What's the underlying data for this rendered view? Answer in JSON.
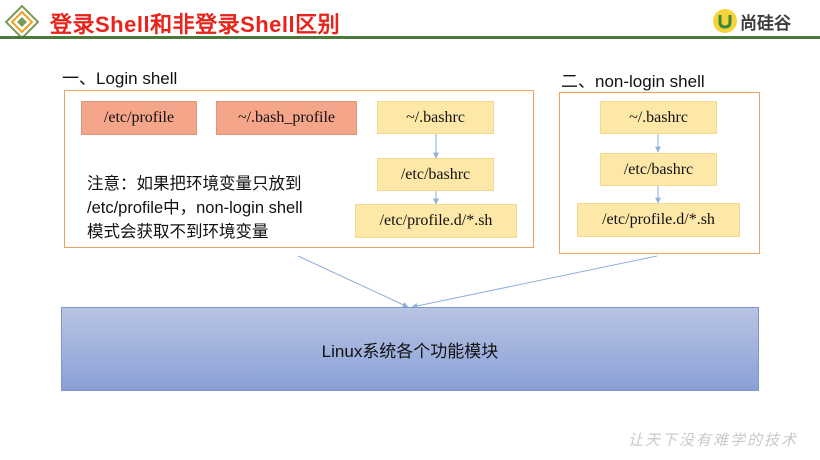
{
  "header": {
    "title": "登录Shell和非登录Shell区别",
    "brand_name": "尚硅谷",
    "brand_mark": "U"
  },
  "login_section": {
    "label": "一、Login shell",
    "files": {
      "profile": "/etc/profile",
      "bash_profile": "~/.bash_profile",
      "bashrc_user": "~/.bashrc",
      "bashrc_etc": "/etc/bashrc",
      "profile_d": "/etc/profile.d/*.sh"
    },
    "note_lines": [
      "注意：如果把环境变量只放到",
      "/etc/profile中，non-login shell",
      "模式会获取不到环境变量"
    ]
  },
  "nonlogin_section": {
    "label": "二、non-login shell",
    "files": {
      "bashrc_user": "~/.bashrc",
      "bashrc_etc": "/etc/bashrc",
      "profile_d": "/etc/profile.d/*.sh"
    }
  },
  "module_box": {
    "label": "Linux系统各个功能模块"
  },
  "footer": {
    "signature": "让天下没有难学的技术"
  },
  "colors": {
    "title_red": "#e8231a",
    "header_rule": "#4a7a3a",
    "frame_border": "#f0a060",
    "salmon_fill": "#f4a58a",
    "yellow_fill": "#fde8a8",
    "module_fill": "#97aadb",
    "connector": "#8fb0d8"
  }
}
